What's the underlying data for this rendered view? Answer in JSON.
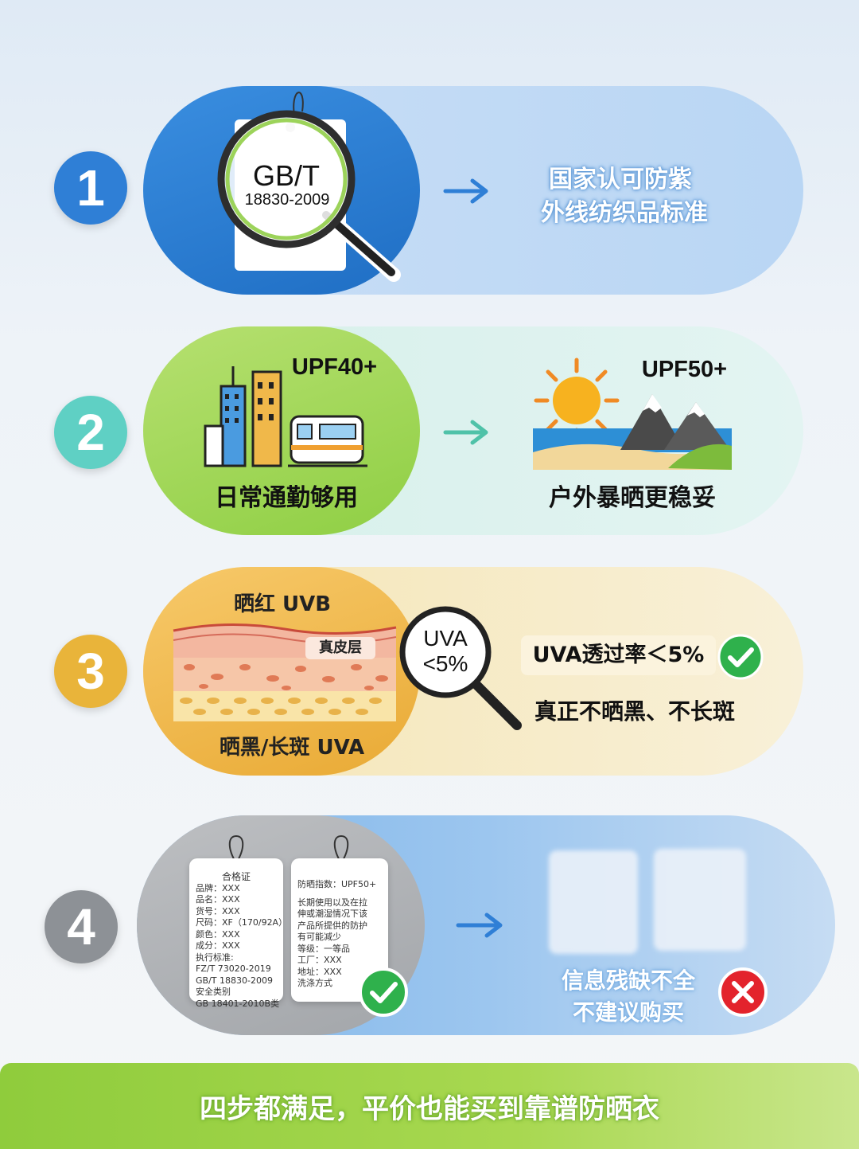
{
  "colors": {
    "blue": "#2f7fd6",
    "teal": "#5fd0c4",
    "orange": "#e9b43a",
    "gray": "#8d9196",
    "green": "#8cc63f",
    "check": "#2fb14c",
    "cross": "#e3232c"
  },
  "step1": {
    "number": "1",
    "tag_line1": "GB/T",
    "tag_line2": "18830-2009",
    "result_line1": "国家认可防紫",
    "result_line2": "外线纺织品标准",
    "icons": [
      "hang-tag-icon",
      "magnifier-icon",
      "arrow-right-icon"
    ]
  },
  "step2": {
    "number": "2",
    "left_badge": "UPF40+",
    "left_caption": "日常通勤够用",
    "right_badge": "UPF50+",
    "right_caption": "户外暴晒更稳妥",
    "icons": [
      "city-buildings-icon",
      "train-icon",
      "sun-icon",
      "mountain-icon",
      "beach-icon"
    ]
  },
  "step3": {
    "number": "3",
    "uvb_label": "晒红 UVB",
    "dermis_label": "真皮层",
    "uva_label": "晒黑/长斑 UVA",
    "lens_line1": "UVA",
    "lens_line2": "<5%",
    "result_badge": "UVA透过率＜5%",
    "result_caption": "真正不晒黑、不长斑",
    "icons": [
      "skin-layers-icon",
      "magnifier-icon",
      "check-icon"
    ]
  },
  "step4": {
    "number": "4",
    "tag1": {
      "title": "合格证",
      "rows": [
        "品牌：XXX",
        "品名：XXX",
        "货号：XXX",
        "尺码：XF（170/92A）",
        "颜色：XXX",
        "成分：XXX",
        "执行标准:",
        "FZ/T    73020-2019",
        "GB/T   18830-2009",
        "安全类别",
        "GB    18401-2010B类"
      ]
    },
    "tag2": {
      "title": "防晒指数：UPF50+",
      "rows": [
        "长期使用以及在拉",
        "伸或潮湿情况下该",
        "产品所提供的防护",
        "有可能减少",
        "等级：一等品",
        "工厂：XXX",
        "地址：XXX",
        "洗涤方式"
      ]
    },
    "bad_line1": "信息残缺不全",
    "bad_line2": "不建议购买",
    "icons": [
      "check-icon",
      "cross-icon",
      "arrow-right-icon"
    ]
  },
  "footer": {
    "text": "四步都满足，平价也能买到靠谱防晒衣"
  }
}
